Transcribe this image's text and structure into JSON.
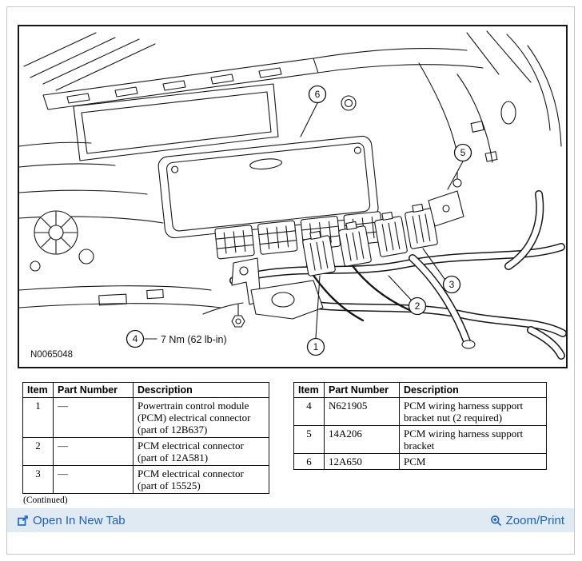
{
  "figure": {
    "figure_label": "N0065048",
    "torque_label": "7 Nm (62 lb-in)",
    "callouts": [
      "1",
      "2",
      "3",
      "4",
      "5",
      "6"
    ]
  },
  "tables": {
    "left": {
      "headers": [
        "Item",
        "Part Number",
        "Description"
      ],
      "rows": [
        {
          "item": "1",
          "part": "—",
          "desc": "Powertrain control module (PCM) electrical connector (part of 12B637)"
        },
        {
          "item": "2",
          "part": "—",
          "desc": "PCM electrical connector (part of 12A581)"
        },
        {
          "item": "3",
          "part": "—",
          "desc": "PCM electrical connector (part of 15525)"
        }
      ],
      "continued_note": "(Continued)"
    },
    "right": {
      "headers": [
        "Item",
        "Part Number",
        "Description"
      ],
      "rows": [
        {
          "item": "4",
          "part": "N621905",
          "desc": "PCM wiring harness support bracket nut (2 required)"
        },
        {
          "item": "5",
          "part": "14A206",
          "desc": "PCM wiring harness support bracket"
        },
        {
          "item": "6",
          "part": "12A650",
          "desc": "PCM"
        }
      ]
    }
  },
  "footer": {
    "open_in_new_tab": "Open In New Tab",
    "zoom_print": "Zoom/Print"
  },
  "colors": {
    "link_blue": "#1b60c0",
    "footer_bar_bg": "#e0eaf2",
    "line_color": "#161616"
  }
}
